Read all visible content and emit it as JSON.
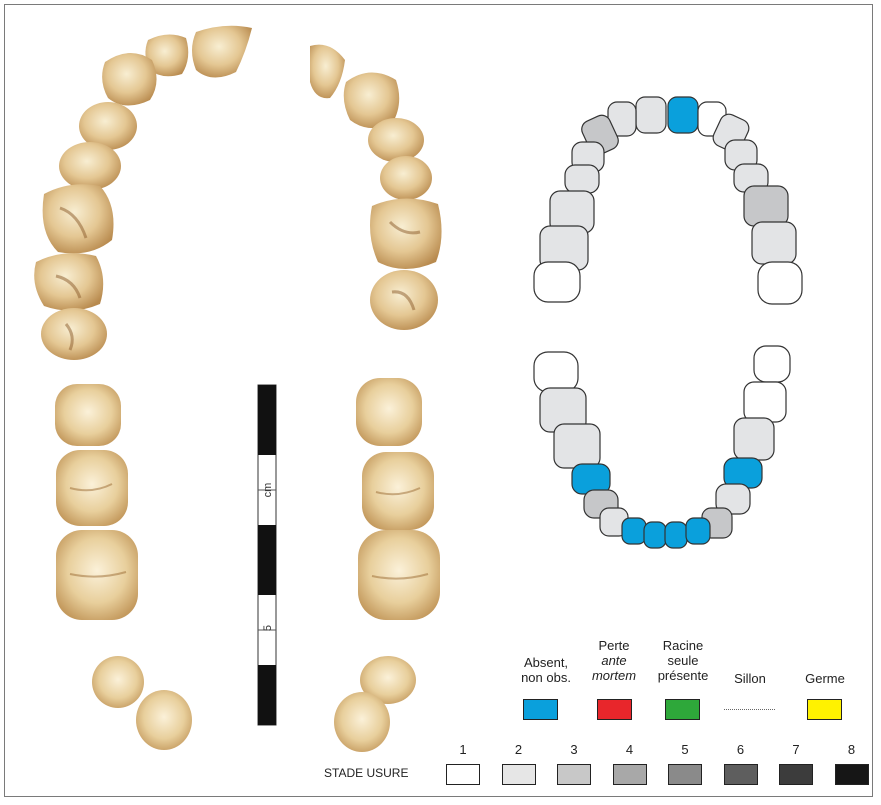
{
  "legend": {
    "absent": {
      "line1": "Absent,",
      "line2": "non obs.",
      "color": "#0aa0dc"
    },
    "perte": {
      "line1": "Perte",
      "line2": "ante",
      "line3": "mortem",
      "color": "#e8262b"
    },
    "racine": {
      "line1": "Racine",
      "line2": "seule",
      "line3": "présente",
      "color": "#2ea83a"
    },
    "sillon": {
      "label": "Sillon"
    },
    "germe": {
      "label": "Germe",
      "color": "#fff200"
    }
  },
  "wear": {
    "title": "STADE USURE",
    "stages": [
      {
        "label": "1",
        "color": "#ffffff"
      },
      {
        "label": "2",
        "color": "#e6e6e6"
      },
      {
        "label": "3",
        "color": "#c8c8c8"
      },
      {
        "label": "4",
        "color": "#a8a8a8"
      },
      {
        "label": "5",
        "color": "#8a8a8a"
      },
      {
        "label": "6",
        "color": "#5e5e5e"
      },
      {
        "label": "7",
        "color": "#3c3c3c"
      },
      {
        "label": "8",
        "color": "#161616"
      }
    ]
  },
  "scale": {
    "unit": "cm",
    "mark": "5"
  },
  "chart_colors": {
    "absent": "#0aa0dc",
    "stage1": "#ffffff",
    "stage2": "#e3e4e6",
    "stage3": "#c6c7c9"
  }
}
